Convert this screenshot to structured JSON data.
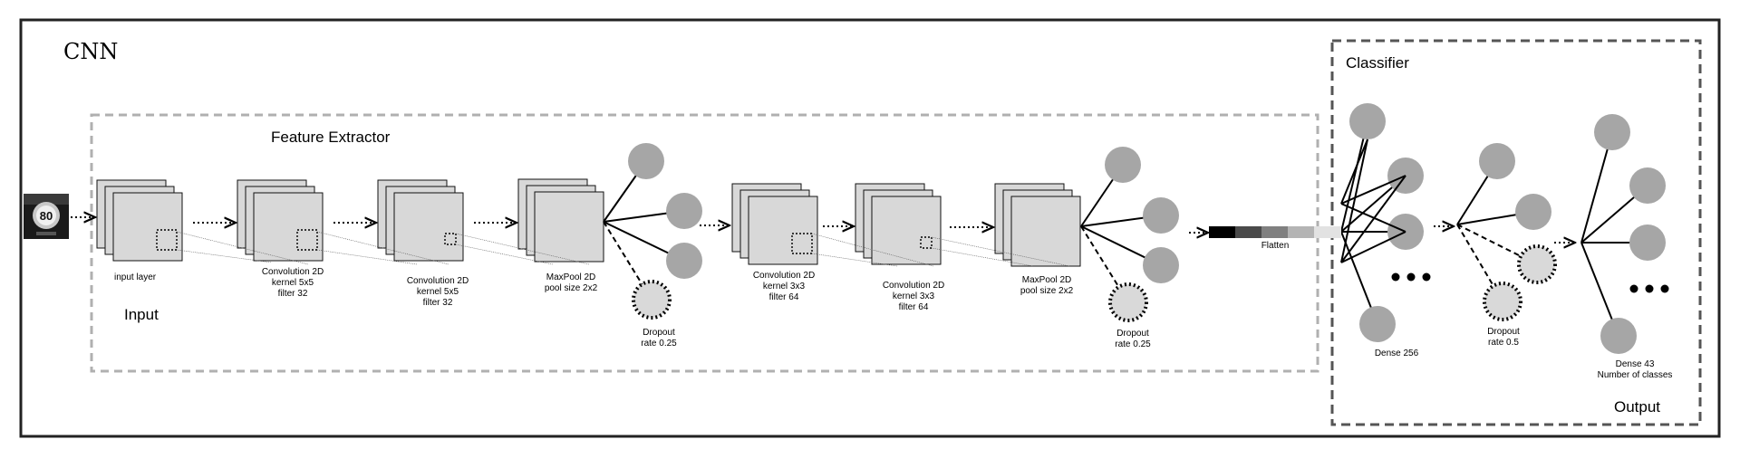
{
  "title": "CNN",
  "sections": {
    "feature_extractor": "Feature Extractor",
    "classifier": "Classifier",
    "input": "Input",
    "output": "Output"
  },
  "layers": {
    "input_layer": [
      "input layer"
    ],
    "conv1": [
      "Convolution 2D",
      "kernel 5x5",
      "filter 32"
    ],
    "conv2": [
      "Convolution 2D",
      "kernel 5x5",
      "filter 32"
    ],
    "pool1": [
      "MaxPool 2D",
      "pool size 2x2"
    ],
    "drop1": [
      "Dropout",
      "rate 0.25"
    ],
    "conv3": [
      "Convolution 2D",
      "kernel 3x3",
      "filter 64"
    ],
    "conv4": [
      "Convolution 2D",
      "kernel 3x3",
      "filter 64"
    ],
    "pool2": [
      "MaxPool 2D",
      "pool size 2x2"
    ],
    "drop2": [
      "Dropout",
      "rate 0.25"
    ],
    "flatten": [
      "Flatten"
    ],
    "dense1": [
      "Dense 256"
    ],
    "drop3": [
      "Dropout",
      "rate 0.5"
    ],
    "dense2": [
      "Dense 43",
      "Number of classes"
    ]
  },
  "input_image": {
    "sign_text": "80"
  },
  "colors": {
    "node": "#a6a6a6",
    "dropout_node": "#d9d9d9",
    "layer_fill": "#d8d8d8",
    "feature_box_border": "#b0b0b0",
    "classifier_box_border": "#555555",
    "flatten_segments": [
      "#000000",
      "#4a4a4a",
      "#808080",
      "#b4b4b4"
    ]
  }
}
